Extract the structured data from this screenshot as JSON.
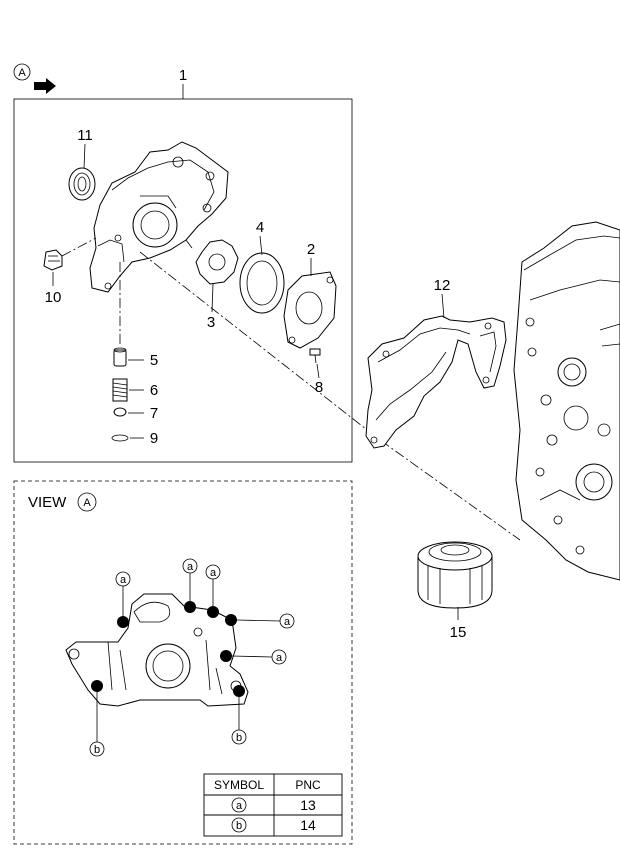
{
  "view_marker": "A",
  "assembly_number": "1",
  "view_title": "VIEW",
  "view_title_circle": "A",
  "parts": {
    "p2": "2",
    "p3": "3",
    "p4": "4",
    "p5": "5",
    "p6": "6",
    "p7": "7",
    "p8": "8",
    "p9": "9",
    "p10": "10",
    "p11": "11",
    "p12": "12",
    "p15": "15"
  },
  "bolt_symbols": {
    "a": "a",
    "b": "b"
  },
  "table": {
    "headers": [
      "SYMBOL",
      "PNC"
    ],
    "rows": [
      {
        "symbol": "a",
        "pnc": "13"
      },
      {
        "symbol": "b",
        "pnc": "14"
      }
    ]
  }
}
